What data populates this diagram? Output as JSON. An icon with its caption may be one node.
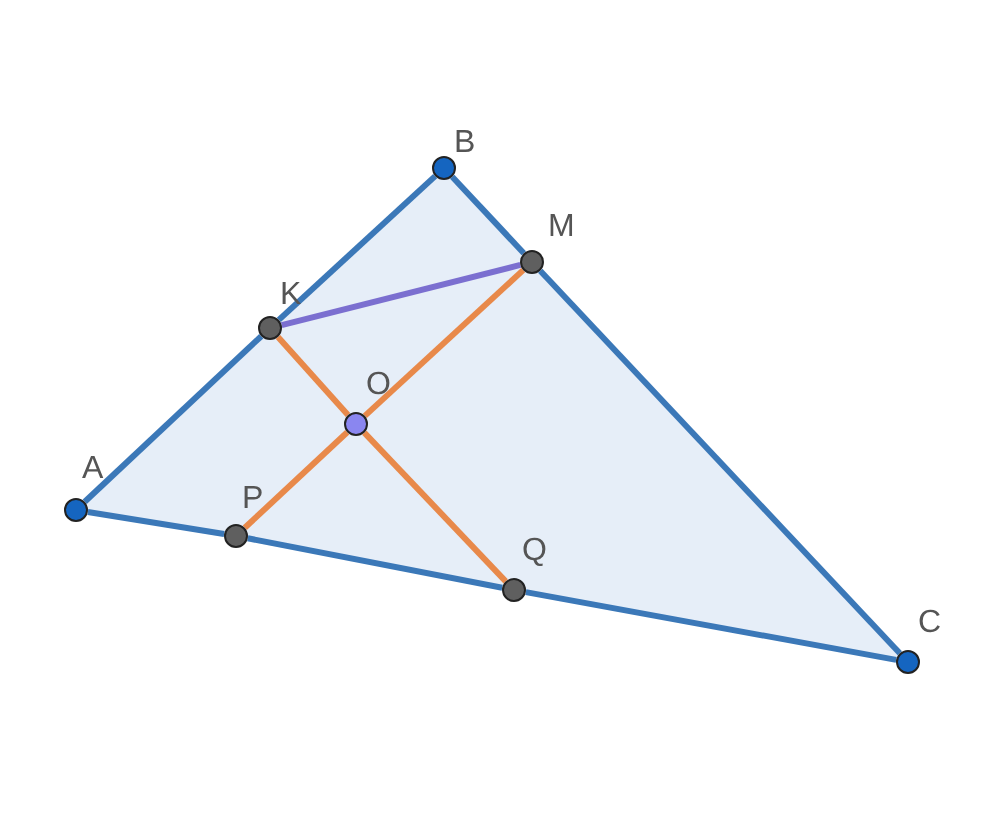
{
  "diagram": {
    "nodes": [
      {
        "text": [
          "B"
        ]
      },
      {
        "text": [
          "M"
        ]
      },
      {
        "text": [
          "K"
        ]
      },
      {
        "text": [
          "O"
        ]
      },
      {
        "text": [
          "A"
        ]
      },
      {
        "text": [
          "P"
        ]
      },
      {
        "text": [
          "Q"
        ]
      },
      {
        "text": [
          "C"
        ]
      }
    ],
    "edges": [
      {
        "from": 4,
        "to": 2,
        "arrow": "none"
      },
      {
        "from": 2,
        "to": 0,
        "arrow": "none"
      },
      {
        "from": 0,
        "to": 1,
        "arrow": "none"
      },
      {
        "from": 1,
        "to": 7,
        "arrow": "none"
      },
      {
        "from": 7,
        "to": 6,
        "arrow": "none"
      },
      {
        "from": 6,
        "to": 5,
        "arrow": "none"
      },
      {
        "from": 5,
        "to": 4,
        "arrow": "none"
      },
      {
        "from": 2,
        "to": 1,
        "arrow": "none",
        "color": "#7b6fd0"
      },
      {
        "from": 2,
        "to": 3,
        "arrow": "none",
        "color": "#e8894a"
      },
      {
        "from": 3,
        "to": 6,
        "arrow": "none",
        "color": "#e8894a"
      },
      {
        "from": 1,
        "to": 3,
        "arrow": "none",
        "color": "#e8894a"
      },
      {
        "from": 3,
        "to": 5,
        "arrow": "none",
        "color": "#e8894a"
      }
    ]
  }
}
